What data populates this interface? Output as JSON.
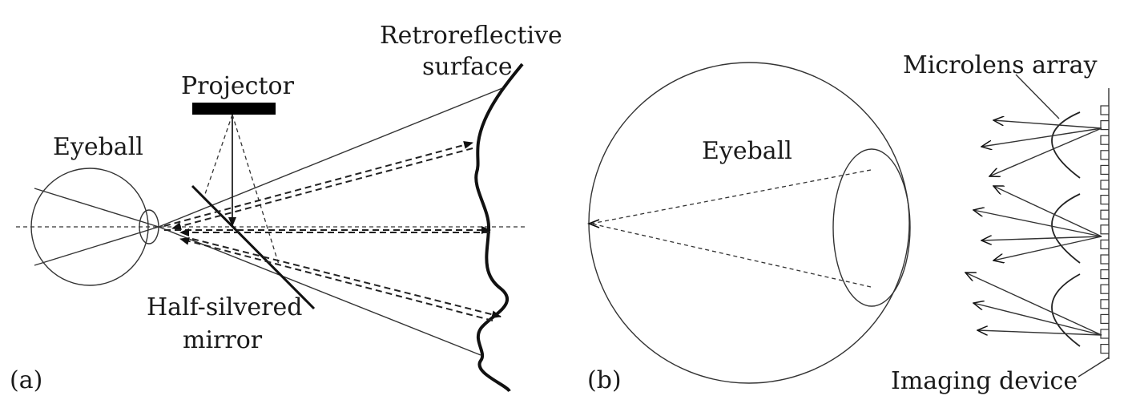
{
  "panel_a": {
    "tag": "(a)",
    "eyeball": "Eyeball",
    "projector": "Projector",
    "retro_line1": "Retroreflective",
    "retro_line2": "surface",
    "mirror_line1": "Half-silvered",
    "mirror_line2": "mirror"
  },
  "panel_b": {
    "tag": "(b)",
    "eyeball": "Eyeball",
    "microlens": "Microlens array",
    "imaging": "Imaging device"
  },
  "colors": {
    "ink": "#111111",
    "background": "#ffffff"
  }
}
